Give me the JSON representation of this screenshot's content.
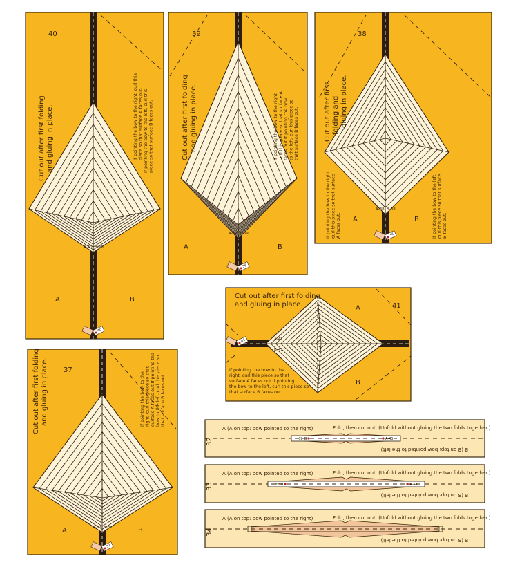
{
  "colors": {
    "panel": "#f7b520",
    "kite_fill": "#fdf3d8",
    "spar": "#2b1d10",
    "strip_bg": "#fbe6b4",
    "strip_fill": "#f2c49a"
  },
  "cut_note": [
    "Cut out after first folding",
    "and gluing in place."
  ],
  "cut_note_38": [
    "Cut out after first",
    "folding and",
    "gluing in place."
  ],
  "pieces": {
    "p40": {
      "number": "40",
      "a": "A",
      "b": "B",
      "tag_a": "A-40",
      "tag_b": "B-40",
      "tab": "40",
      "instructions": [
        "If pointing the bow to the right, curl this",
        "piece so that surface A faces out.",
        "If pointing the bow to the left, curl this",
        "piece so that surface B faces out."
      ]
    },
    "p39": {
      "number": "39",
      "a": "A",
      "b": "B",
      "tag_a": "A-39",
      "tag_b": "B-39",
      "tab": "39",
      "instructions": [
        "If pointing the bow to the right,",
        "curl this piece so that surface A",
        "faces out.If pointing the bow",
        "to the left, curl this piece so",
        "that surface B faces out."
      ]
    },
    "p38": {
      "number": "38",
      "a": "A",
      "b": "B",
      "tag_a": "A-38",
      "tag_b": "B-38",
      "tab": "38",
      "instructions_a": [
        "If pointing the bow to the right,",
        "curl this piece so that surface",
        "A faces out."
      ],
      "instructions_b": [
        "If pointing the bow to the left,",
        "curl this piece so that surface",
        "B faces out."
      ]
    },
    "p41": {
      "number": "41",
      "a": "A",
      "b": "B",
      "tag_a": "A-41",
      "tag_b": "B-41",
      "tab": "41",
      "instructions": [
        "If pointing the bow to the",
        "right, curl this piece so that",
        "surface A faces out.If pointing",
        "the bow to the left, curl this piece so",
        "that surface B faces out."
      ]
    },
    "p37": {
      "number": "37",
      "a": "A",
      "b": "B",
      "tag_a": "A-37",
      "tag_b": "B-37",
      "tab": "37",
      "instructions": [
        "If pointing the bow to the",
        "right, curl this piece so that",
        "surface A faces out.If pointing the",
        "bow to the left, curl this piece so",
        "that surface B faces out."
      ]
    }
  },
  "strips": [
    {
      "number": "32",
      "top": "A (A on top: bow pointed to the right)",
      "fold": "Fold, then cut out. (Unfold without gluing the two folds together.)",
      "bottom": "B (B on top: bow pointed to the left)",
      "tag_a": "A-45",
      "tag_b": "B-45"
    },
    {
      "number": "33",
      "top": "A (A on top: bow pointed to the right)",
      "fold": "Fold, then cut out. (Unfold without gluing the two folds together.)",
      "bottom": "B (B on top: bow pointed to the left)",
      "tag_a": "A-44",
      "tag_b": "B-44"
    },
    {
      "number": "34",
      "top": "A (A on top: bow pointed to the right)",
      "fold": "Fold, then cut out. (Unfold without gluing the two folds together.)",
      "bottom": "B (B on top: bow pointed to the left)"
    }
  ]
}
